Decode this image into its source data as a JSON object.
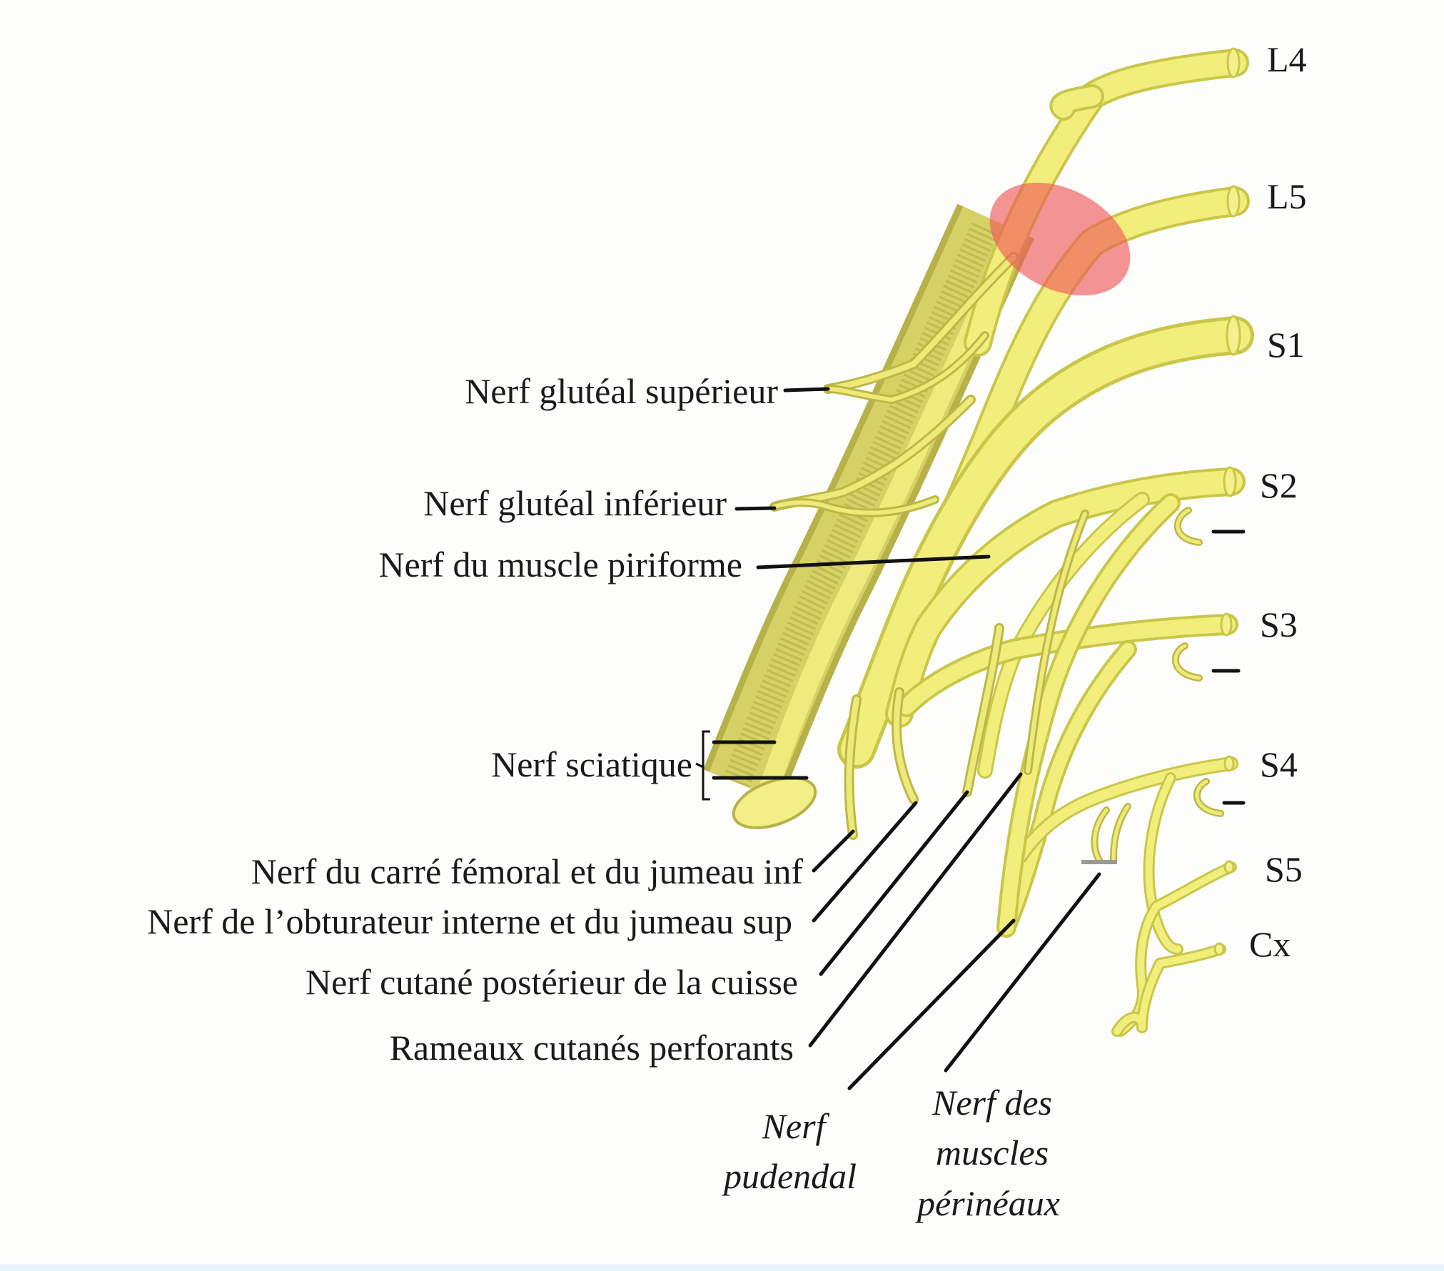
{
  "roots": {
    "l4": "L4",
    "l5": "L5",
    "s1": "S1",
    "s2": "S2",
    "s3": "S3",
    "s4": "S4",
    "s5": "S5",
    "cx": "Cx"
  },
  "nerves": {
    "gluteal_sup": "Nerf glutéal supérieur",
    "gluteal_inf": "Nerf glutéal inférieur",
    "piriforme": "Nerf du muscle piriforme",
    "sciatique": "Nerf sciatique",
    "carre_femoral": "Nerf du carré fémoral et du jumeau inf",
    "obturateur": "Nerf de l’obturateur interne et du jumeau sup",
    "cutane_post": "Nerf cutané postérieur de la cuisse",
    "rameaux": "Rameaux cutanés perforants"
  },
  "italic": {
    "pudendal_1": "Nerf",
    "pudendal_2": "pudendal",
    "perineaux_1": "Nerf des",
    "perineaux_2": "muscles",
    "perineaux_3": "périnéaux"
  },
  "colors": {
    "nerve_fill": "#f1ee7c",
    "nerve_outline": "#c9c64a",
    "sciatic_shade": "#cfca5e",
    "highlight": "#f05a5a",
    "background": "#fdfdfb"
  }
}
